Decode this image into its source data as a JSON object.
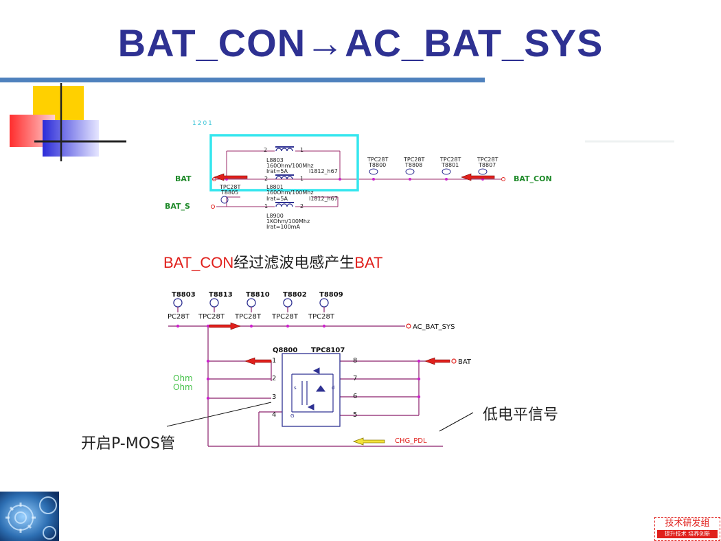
{
  "title": "BAT_CON→AC_BAT_SYS",
  "schematic_top": {
    "ref": "1201",
    "nets": {
      "bat": "BAT",
      "bat_s": "BAT_S",
      "bat_con": "BAT_CON"
    },
    "pin_2": "2",
    "pin_1": "1",
    "l8803": {
      "name": "L8803",
      "spec1": "160Ohm/100Mhz",
      "spec2": "Irat=5A",
      "pkg": "l1812_h67"
    },
    "l8801": {
      "name": "L8801",
      "spec1": "160Ohm/100Mhz",
      "spec2": "Irat=5A",
      "pkg": "l1812_h67"
    },
    "l8900": {
      "name": "L8900",
      "spec1": "1KOhm/100Mhz",
      "spec2": "Irat=100mA"
    },
    "test_points": [
      {
        "type": "TPC28T",
        "name": "T8800"
      },
      {
        "type": "TPC28T",
        "name": "T8808"
      },
      {
        "type": "TPC28T",
        "name": "T8801"
      },
      {
        "type": "TPC28T",
        "name": "T8807"
      }
    ],
    "tp_left": {
      "type": "TPC28T",
      "name": "T8805"
    }
  },
  "caption_1": {
    "part_a": "BAT_CON",
    "part_b": "经过滤波电感产生",
    "part_c": "BAT"
  },
  "schematic_bottom": {
    "test_points": [
      {
        "name": "T8803",
        "type": "PC28T"
      },
      {
        "name": "T8813",
        "type": "TPC28T"
      },
      {
        "name": "T8810",
        "type": "TPC28T"
      },
      {
        "name": "T8802",
        "type": "TPC28T"
      },
      {
        "name": "T8809",
        "type": "TPC28T"
      }
    ],
    "net_ac_bat_sys": "AC_BAT_SYS",
    "net_bat": "BAT",
    "net_chg_pdl": "CHG_PDL",
    "ic_ref": "Q8800",
    "ic_part": "TPC8107",
    "pins_left": [
      "1",
      "2",
      "3",
      "4"
    ],
    "pins_right": [
      "8",
      "7",
      "6",
      "5"
    ],
    "ohm_1": "Ohm",
    "ohm_2": "Ohm",
    "pin_s": "s",
    "pin_d": "d",
    "pin_g": "G"
  },
  "note_low_level": "低电平信号",
  "note_pmos": "开启P-MOS管",
  "stamp": {
    "line1": "技术研发组",
    "line2": "提升技术 培养创新"
  },
  "colors": {
    "title": "#2e3192",
    "rule": "#4f81bd",
    "highlight_box": "#33e6ee",
    "wire_top": "#9b2a6a",
    "wire_bottom": "#8a1f6a",
    "arrow_red": "#e0201c",
    "arrow_yellow": "#f3e33a",
    "net_green": "#1f8a2a",
    "ref_cyan": "#3fc6d8"
  }
}
